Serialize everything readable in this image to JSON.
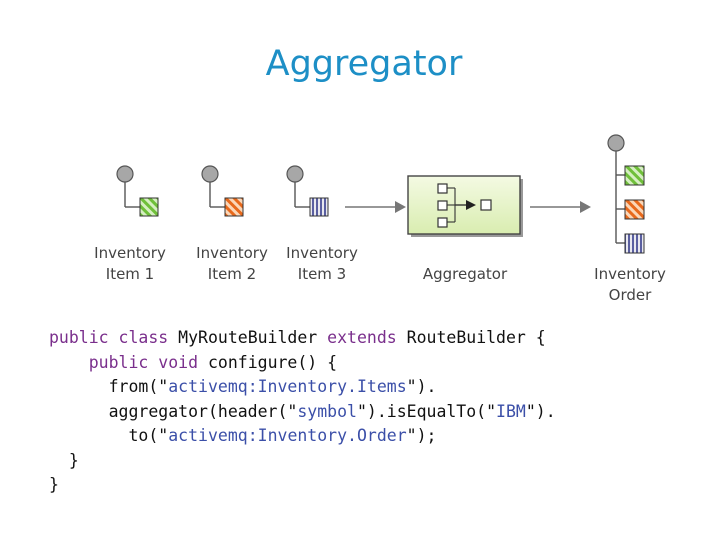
{
  "slide": {
    "title": "Aggregator"
  },
  "diagram": {
    "inputs": [
      {
        "line1": "Inventory",
        "line2": "Item 1",
        "pattern": "green-diagonal"
      },
      {
        "line1": "Inventory",
        "line2": "Item 2",
        "pattern": "orange-diagonal"
      },
      {
        "line1": "Inventory",
        "line2": "Item 3",
        "pattern": "blue-vertical"
      }
    ],
    "aggregator_label": "Aggregator",
    "output": {
      "line1": "Inventory",
      "line2": "Order"
    },
    "colors": {
      "title": "#1d8fc6",
      "keyword": "#7a2f8c",
      "string": "#3b4fa8",
      "aggregator_fill": "#e7f3c8",
      "green_pattern": "#6fbf3a",
      "orange_pattern": "#e8691c",
      "blue_pattern": "#5a5fa0"
    }
  },
  "code": {
    "l1": {
      "kw1": "public class",
      "t1": " MyRouteBuilder ",
      "kw2": "extends",
      "t2": " RouteBuilder {"
    },
    "l2": {
      "kw1": "public void",
      "t1": " configure() {"
    },
    "l3": {
      "t1": "from(\"",
      "s1": "activemq:Inventory.Items",
      "t2": "\")."
    },
    "l4": {
      "t1": "aggregator(header(\"",
      "s1": "symbol",
      "t2": "\").isEqualTo(\"",
      "s2": "IBM",
      "t3": "\")."
    },
    "l5": {
      "t1": "to(\"",
      "s1": "activemq:Inventory.Order",
      "t2": "\");"
    },
    "l6": {
      "t1": "}"
    },
    "l7": {
      "t1": "}"
    }
  }
}
